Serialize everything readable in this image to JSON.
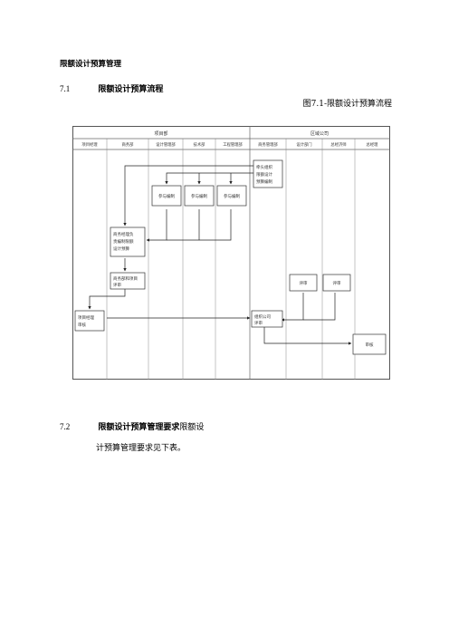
{
  "document": {
    "title": "限额设计预算管理",
    "sections": [
      {
        "number": "7.1",
        "title": "限额设计预算流程"
      },
      {
        "number": "7.2",
        "title": "限额设计预算管理要求",
        "inline_text": "限额设"
      }
    ],
    "figure_caption": "图7.1-限额设计预算流程",
    "body_text": "计预算管理要求见下表。"
  },
  "flowchart": {
    "groups": [
      "项目部",
      "区域公司"
    ],
    "lanes": [
      "项目经理",
      "商务部",
      "设计管理部",
      "技术部",
      "工程管理部",
      "商务管理部",
      "设计部门",
      "总经济师",
      "总经理"
    ],
    "nodes": {
      "lead": [
        "牵头组织",
        "限额设计",
        "预算编制"
      ],
      "p1": "参与编制",
      "p2": "参与编制",
      "p3": "参与编制",
      "compile": [
        "商务经理负",
        "责编制限额",
        "设计预算"
      ],
      "review1": [
        "商务部和项目",
        "评审"
      ],
      "pmreview": [
        "项目经理",
        "审核"
      ],
      "rev_design": "评审",
      "rev_econ": "评审",
      "org": [
        "组织公司",
        "评审"
      ],
      "approve": "审核"
    }
  }
}
